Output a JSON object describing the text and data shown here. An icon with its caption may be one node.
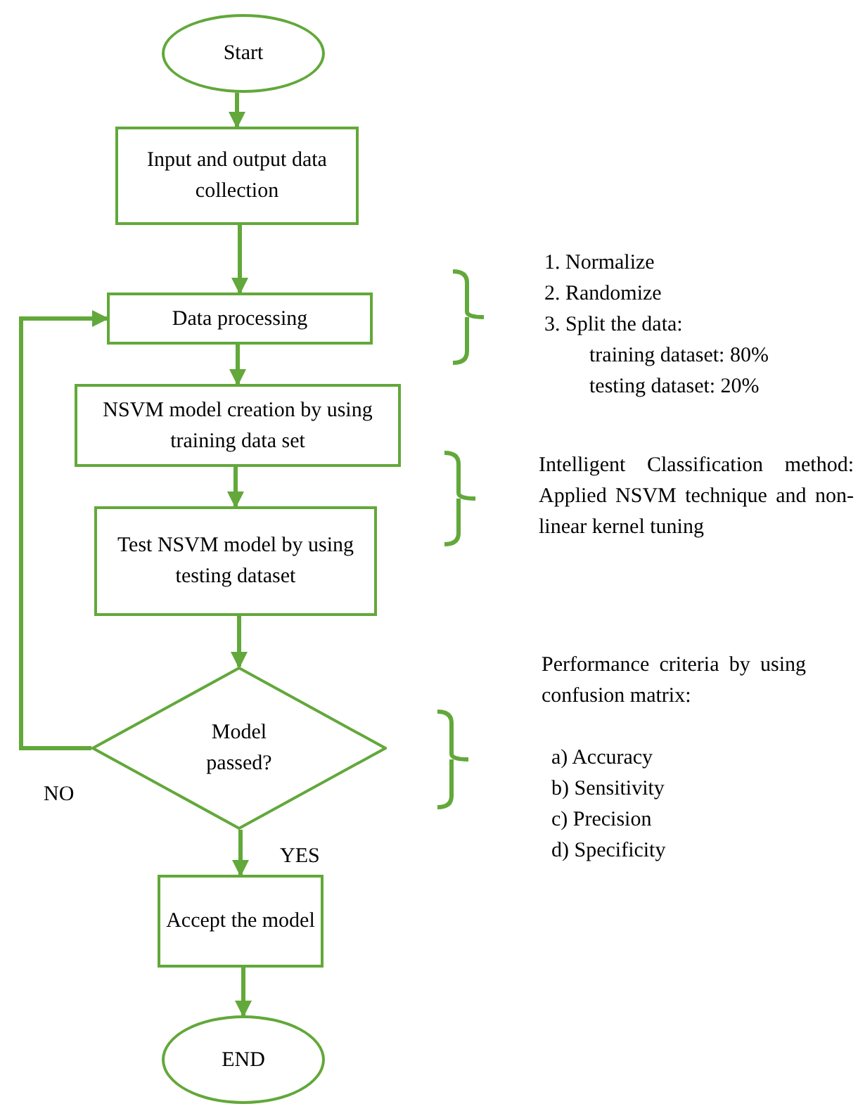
{
  "diagram": {
    "nodes": [
      {
        "text": [
          "Start"
        ]
      },
      {
        "text": [
          "Input and output data collection"
        ]
      },
      {
        "text": [
          "Data processing"
        ]
      },
      {
        "text": [
          "NSVM model creation by using training data set"
        ]
      },
      {
        "text": [
          "Test NSVM model by using testing dataset"
        ]
      },
      {
        "text": [
          "Model passed?"
        ]
      },
      {
        "text": [
          "Accept the model"
        ]
      },
      {
        "text": [
          "END"
        ]
      }
    ],
    "edges": [
      {
        "from": 0,
        "to": 1,
        "arrow": "to"
      },
      {
        "from": 1,
        "to": 2,
        "arrow": "to"
      },
      {
        "from": 2,
        "to": 3,
        "arrow": "to"
      },
      {
        "from": 3,
        "to": 4,
        "arrow": "to"
      },
      {
        "from": 4,
        "to": 5,
        "arrow": "to"
      },
      {
        "from": 5,
        "to": 6,
        "arrow": "to",
        "label": "YES"
      },
      {
        "from": 6,
        "to": 7,
        "arrow": "to"
      },
      {
        "from": 5,
        "to": 2,
        "arrow": "to",
        "label": "NO"
      }
    ],
    "labels": [
      "1. Normalize",
      "2. Randomize",
      "3. Split the data:",
      "training dataset: 80%",
      "testing dataset: 20%",
      "Intelligent Classification method: Applied NSVM technique and non-linear kernel tuning",
      "Performance criteria by using confusion matrix:",
      "a) Accuracy",
      "b) Sensitivity",
      "c) Precision",
      "d) Specificity"
    ]
  }
}
